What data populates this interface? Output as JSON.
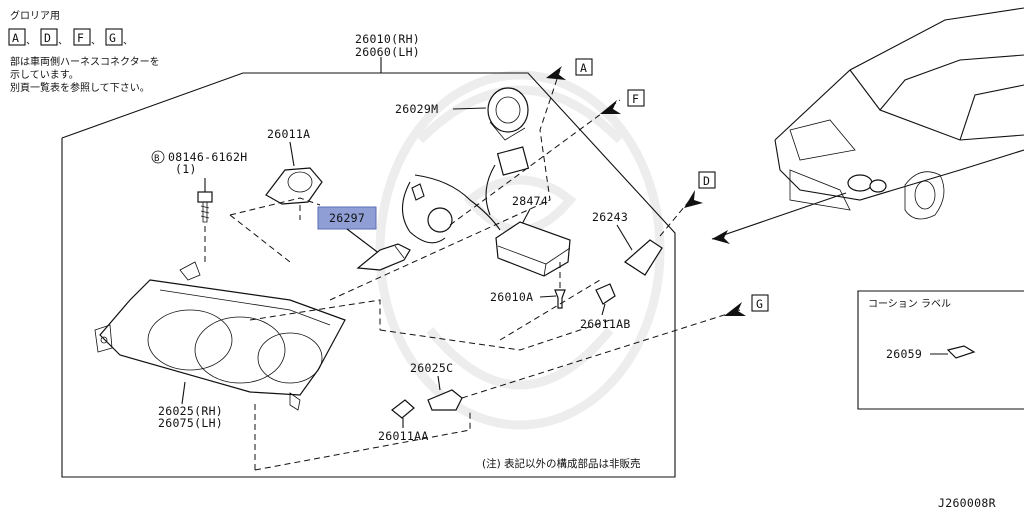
{
  "note": {
    "line1": "グロリア用",
    "boxes": [
      "A",
      "D",
      "F",
      "G"
    ],
    "sep": "、",
    "line2": "部は車両側ハーネスコネクターを",
    "line3": "示しています。",
    "line4": "別頁一覧表を参照して下さい。"
  },
  "assembly_label": {
    "rh": "26010(RH)",
    "lh": "26060(LH)"
  },
  "parts": {
    "p26029M": "26029M",
    "p26011A": "26011A",
    "bolt_id": "B",
    "bolt": "08146-6162H",
    "bolt_qty": "(1)",
    "p26297": "26297",
    "p28474": "28474",
    "p26243": "26243",
    "p26010A": "26010A",
    "p26011AB": "26011AB",
    "p26025C": "26025C",
    "p26011AA": "26011AA",
    "p26025": "26025(RH)",
    "p26075": "26075(LH)"
  },
  "connectors": {
    "a": "A",
    "f": "F",
    "d": "D",
    "g": "G"
  },
  "footnote": "(注) 表記以外の構成部品は非販売",
  "caution_box": {
    "title": "コーション ラベル",
    "part": "26059"
  },
  "diagram_id": "J260008R",
  "colors": {
    "highlight": "#8f9fd6",
    "line": "#111111"
  }
}
